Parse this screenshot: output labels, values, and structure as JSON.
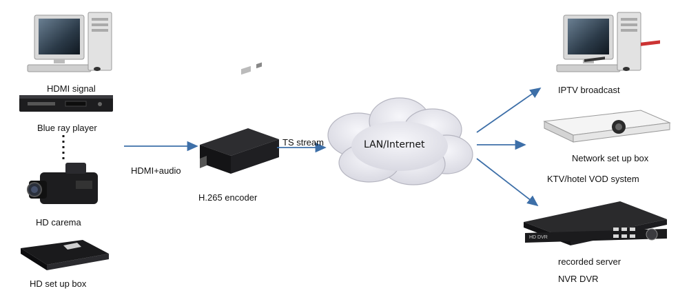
{
  "sources": {
    "hdmi_signal": "HDMI signal",
    "blue_ray_player": "Blue ray player",
    "hd_camera": "HD carema",
    "hd_set_up_box": "HD set up box"
  },
  "links": {
    "hdmi_audio": "HDMI+audio",
    "ts_stream": "TS stream"
  },
  "encoder": {
    "label": "H.265 encoder"
  },
  "network": {
    "label": "LAN/Internet"
  },
  "outputs": {
    "iptv": "IPTV broadcast",
    "network_set_up_box": "Network set up box",
    "ktv_vod": "KTV/hotel VOD system",
    "recorded_server": "recorded server",
    "nvr_dvr": "NVR DVR"
  },
  "device_marks": {
    "dvr_panel": "HD DVR"
  },
  "colors": {
    "arrow": "#3d6fa8",
    "cloud_fill": "#e9e9ef",
    "device_dark": "#1d1d1f"
  }
}
